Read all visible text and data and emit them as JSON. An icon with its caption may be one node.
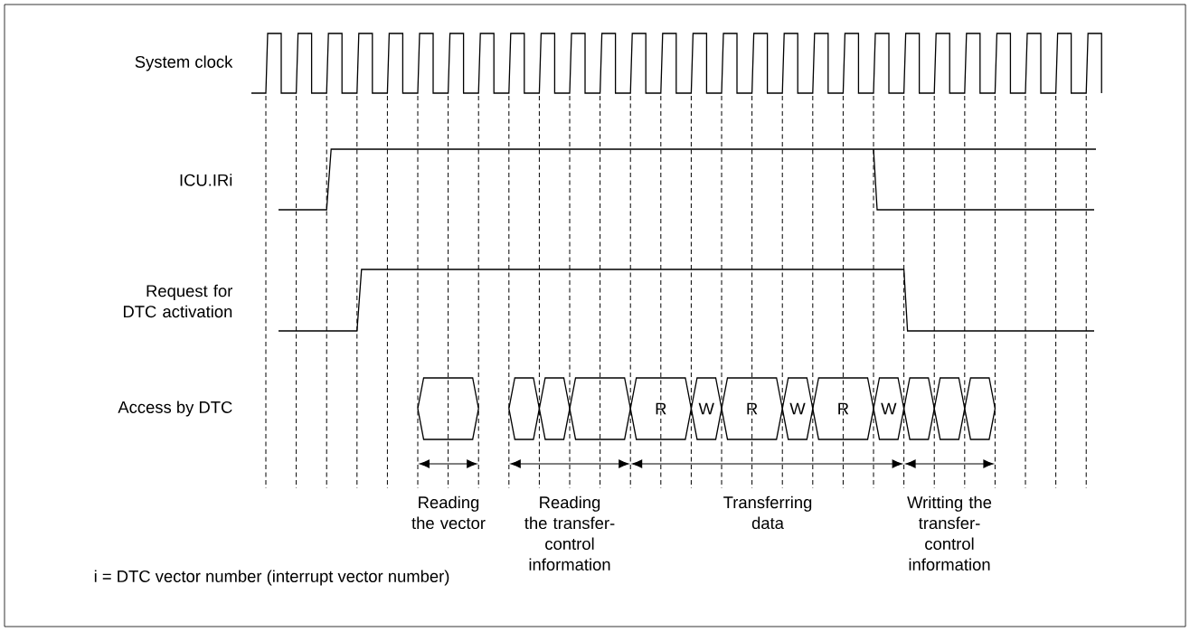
{
  "diagram": {
    "nodes": [
      {
        "text": [],
        "shape": "hexagon"
      },
      {
        "text": [],
        "shape": "hexagon"
      },
      {
        "text": [],
        "shape": "hexagon"
      },
      {
        "text": [],
        "shape": "hexagon"
      },
      {
        "text": [
          "R"
        ]
      },
      {
        "text": [
          "W"
        ]
      },
      {
        "text": [
          "R"
        ]
      },
      {
        "text": [
          "W"
        ]
      },
      {
        "text": [
          "R"
        ]
      },
      {
        "text": [
          "W"
        ]
      },
      {
        "text": [],
        "shape": "hexagon"
      },
      {
        "text": [],
        "shape": "hexagon"
      },
      {
        "text": [],
        "shape": "hexagon"
      }
    ],
    "labels": [
      "System clock",
      "ICU.IRi",
      "Request for DTC activation",
      "Access by DTC",
      "Reading the vector",
      "Reading the transfer-control information",
      "Transferring data",
      "Writting the transfer-control information",
      "i = DTC vector number (interrupt vector number)"
    ]
  }
}
